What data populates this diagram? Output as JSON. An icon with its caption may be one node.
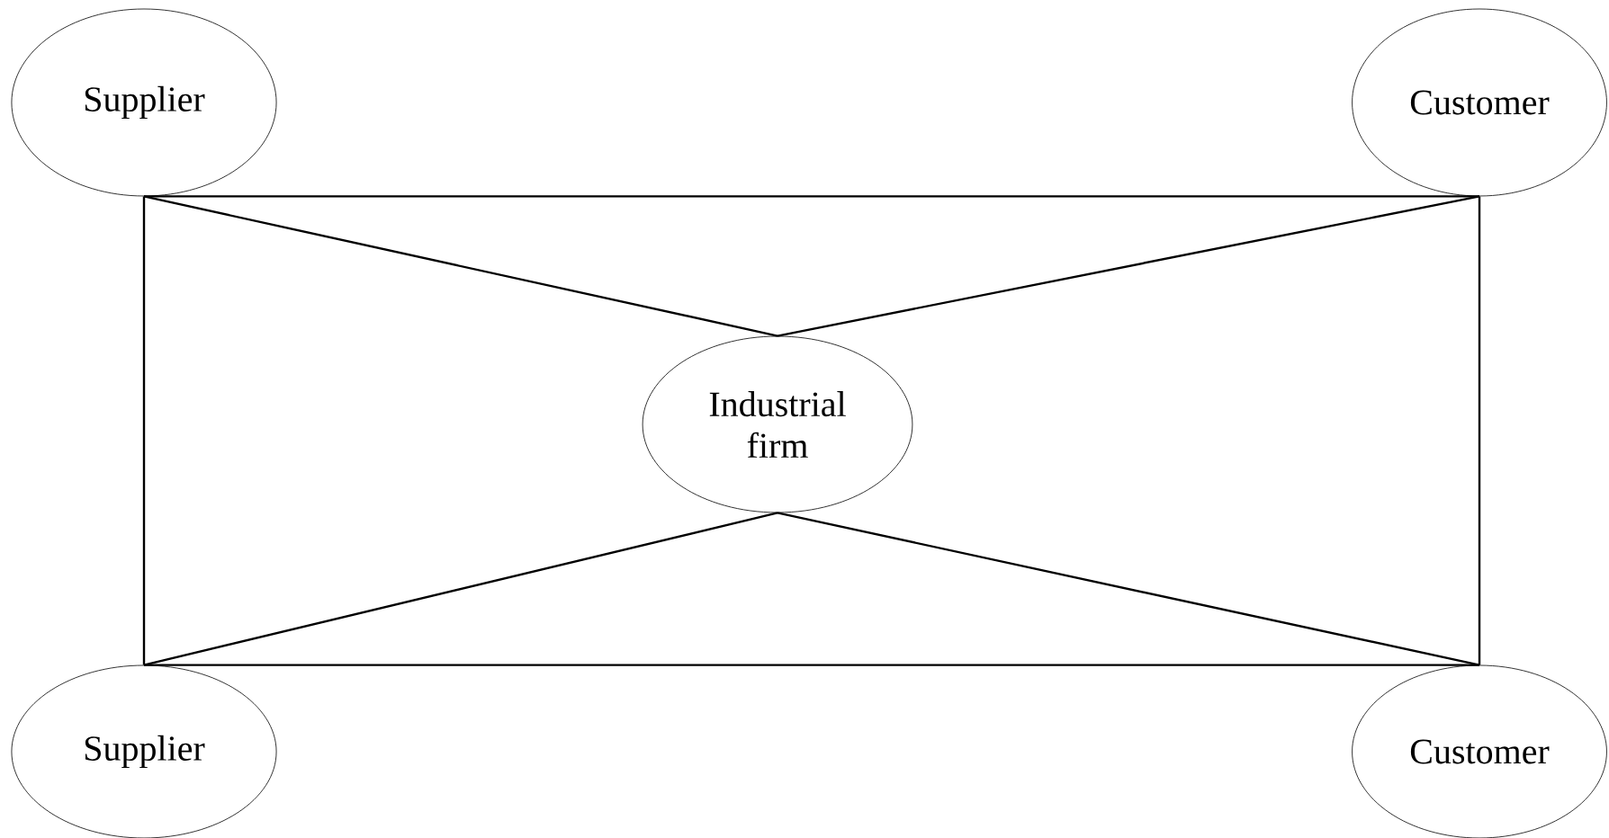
{
  "diagram": {
    "nodes": [
      {
        "text": [
          "Supplier"
        ]
      },
      {
        "text": [
          "Customer"
        ]
      },
      {
        "text": [
          "Industrial firm"
        ]
      },
      {
        "text": [
          "Supplier"
        ]
      },
      {
        "text": [
          "Customer"
        ]
      }
    ],
    "edges": [
      {
        "from": 0,
        "to": 1,
        "arrow": "none"
      },
      {
        "from": 0,
        "to": 3,
        "arrow": "none"
      },
      {
        "from": 1,
        "to": 4,
        "arrow": "none"
      },
      {
        "from": 3,
        "to": 4,
        "arrow": "none"
      },
      {
        "from": 0,
        "to": 2,
        "arrow": "none"
      },
      {
        "from": 1,
        "to": 2,
        "arrow": "none"
      },
      {
        "from": 3,
        "to": 2,
        "arrow": "none"
      },
      {
        "from": 4,
        "to": 2,
        "arrow": "none"
      }
    ]
  }
}
